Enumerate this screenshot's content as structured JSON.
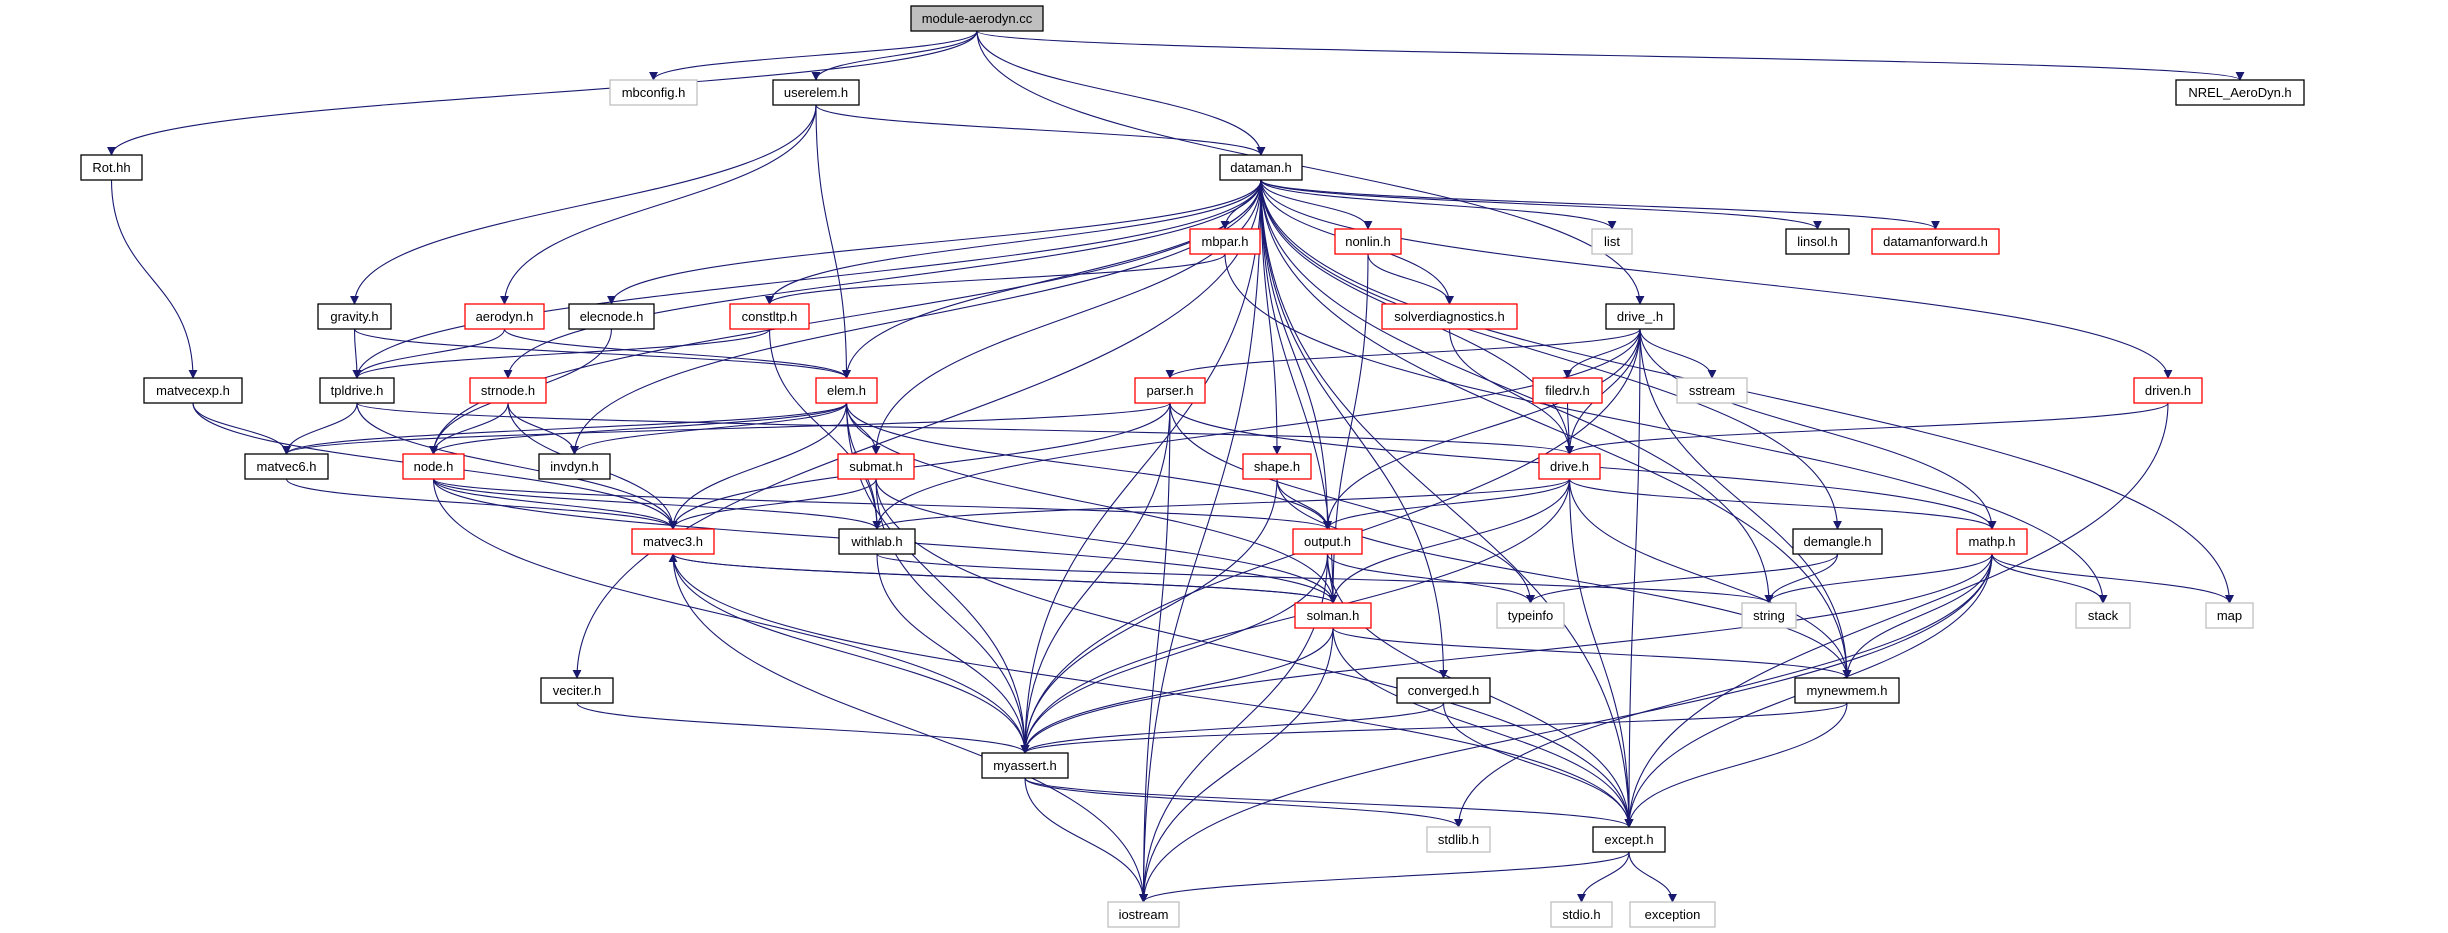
{
  "colors": {
    "edge": "#191970",
    "border_normal": "#000000",
    "border_red": "#ff0000",
    "border_gray": "#bfbfbf",
    "root_fill": "#bfbfbf",
    "node_fill": "#ffffff"
  },
  "nodes": [
    {
      "label": "module-aerodyn.cc",
      "style": "root"
    },
    {
      "label": "mbconfig.h",
      "style": "gray"
    },
    {
      "label": "userelem.h",
      "style": "normal"
    },
    {
      "label": "NREL_AeroDyn.h",
      "style": "normal"
    },
    {
      "label": "Rot.hh",
      "style": "normal"
    },
    {
      "label": "dataman.h",
      "style": "normal"
    },
    {
      "label": "mbpar.h",
      "style": "red"
    },
    {
      "label": "nonlin.h",
      "style": "red"
    },
    {
      "label": "list",
      "style": "gray"
    },
    {
      "label": "linsol.h",
      "style": "normal"
    },
    {
      "label": "datamanforward.h",
      "style": "red"
    },
    {
      "label": "gravity.h",
      "style": "normal"
    },
    {
      "label": "aerodyn.h",
      "style": "red"
    },
    {
      "label": "elecnode.h",
      "style": "normal"
    },
    {
      "label": "constltp.h",
      "style": "red"
    },
    {
      "label": "solverdiagnostics.h",
      "style": "red"
    },
    {
      "label": "drive_.h",
      "style": "normal"
    },
    {
      "label": "matvecexp.h",
      "style": "normal"
    },
    {
      "label": "tpldrive.h",
      "style": "normal"
    },
    {
      "label": "strnode.h",
      "style": "red"
    },
    {
      "label": "elem.h",
      "style": "red"
    },
    {
      "label": "parser.h",
      "style": "red"
    },
    {
      "label": "filedrv.h",
      "style": "red"
    },
    {
      "label": "sstream",
      "style": "gray"
    },
    {
      "label": "driven.h",
      "style": "red"
    },
    {
      "label": "matvec6.h",
      "style": "normal"
    },
    {
      "label": "node.h",
      "style": "red"
    },
    {
      "label": "invdyn.h",
      "style": "normal"
    },
    {
      "label": "submat.h",
      "style": "red"
    },
    {
      "label": "shape.h",
      "style": "red"
    },
    {
      "label": "drive.h",
      "style": "red"
    },
    {
      "label": "matvec3.h",
      "style": "red"
    },
    {
      "label": "withlab.h",
      "style": "normal"
    },
    {
      "label": "output.h",
      "style": "red"
    },
    {
      "label": "demangle.h",
      "style": "normal"
    },
    {
      "label": "mathp.h",
      "style": "red"
    },
    {
      "label": "solman.h",
      "style": "red"
    },
    {
      "label": "typeinfo",
      "style": "gray"
    },
    {
      "label": "string",
      "style": "gray"
    },
    {
      "label": "stack",
      "style": "gray"
    },
    {
      "label": "map",
      "style": "gray"
    },
    {
      "label": "veciter.h",
      "style": "normal"
    },
    {
      "label": "converged.h",
      "style": "normal"
    },
    {
      "label": "mynewmem.h",
      "style": "normal"
    },
    {
      "label": "myassert.h",
      "style": "normal"
    },
    {
      "label": "stdlib.h",
      "style": "gray"
    },
    {
      "label": "except.h",
      "style": "normal"
    },
    {
      "label": "iostream",
      "style": "gray"
    },
    {
      "label": "stdio.h",
      "style": "gray"
    },
    {
      "label": "exception",
      "style": "gray"
    }
  ],
  "edges": [
    [
      "module-aerodyn.cc",
      "mbconfig.h"
    ],
    [
      "module-aerodyn.cc",
      "userelem.h"
    ],
    [
      "module-aerodyn.cc",
      "Rot.hh"
    ],
    [
      "module-aerodyn.cc",
      "dataman.h"
    ],
    [
      "module-aerodyn.cc",
      "NREL_AeroDyn.h"
    ],
    [
      "module-aerodyn.cc",
      "drive_.h"
    ],
    [
      "userelem.h",
      "dataman.h"
    ],
    [
      "userelem.h",
      "gravity.h"
    ],
    [
      "userelem.h",
      "aerodyn.h"
    ],
    [
      "userelem.h",
      "elem.h"
    ],
    [
      "Rot.hh",
      "matvecexp.h"
    ],
    [
      "dataman.h",
      "list"
    ],
    [
      "dataman.h",
      "linsol.h"
    ],
    [
      "dataman.h",
      "datamanforward.h"
    ],
    [
      "dataman.h",
      "mbpar.h"
    ],
    [
      "dataman.h",
      "nonlin.h"
    ],
    [
      "dataman.h",
      "solverdiagnostics.h"
    ],
    [
      "dataman.h",
      "constltp.h"
    ],
    [
      "dataman.h",
      "elecnode.h"
    ],
    [
      "dataman.h",
      "tpldrive.h"
    ],
    [
      "dataman.h",
      "elem.h"
    ],
    [
      "dataman.h",
      "strnode.h"
    ],
    [
      "dataman.h",
      "node.h"
    ],
    [
      "dataman.h",
      "invdyn.h"
    ],
    [
      "dataman.h",
      "submat.h"
    ],
    [
      "dataman.h",
      "shape.h"
    ],
    [
      "dataman.h",
      "output.h"
    ],
    [
      "dataman.h",
      "drive.h"
    ],
    [
      "dataman.h",
      "driven.h"
    ],
    [
      "dataman.h",
      "demangle.h"
    ],
    [
      "dataman.h",
      "string"
    ],
    [
      "dataman.h",
      "converged.h"
    ],
    [
      "dataman.h",
      "solman.h"
    ],
    [
      "dataman.h",
      "map"
    ],
    [
      "dataman.h",
      "mynewmem.h"
    ],
    [
      "dataman.h",
      "except.h"
    ],
    [
      "dataman.h",
      "myassert.h"
    ],
    [
      "dataman.h",
      "veciter.h"
    ],
    [
      "dataman.h",
      "iostream"
    ],
    [
      "gravity.h",
      "tpldrive.h"
    ],
    [
      "gravity.h",
      "elem.h"
    ],
    [
      "aerodyn.h",
      "tpldrive.h"
    ],
    [
      "aerodyn.h",
      "elem.h"
    ],
    [
      "elecnode.h",
      "node.h"
    ],
    [
      "constltp.h",
      "tpldrive.h"
    ],
    [
      "constltp.h",
      "withlab.h"
    ],
    [
      "mbpar.h",
      "constltp.h"
    ],
    [
      "mbpar.h",
      "stack"
    ],
    [
      "nonlin.h",
      "solverdiagnostics.h"
    ],
    [
      "nonlin.h",
      "solman.h"
    ],
    [
      "solverdiagnostics.h",
      "drive.h"
    ],
    [
      "drive_.h",
      "parser.h"
    ],
    [
      "drive_.h",
      "filedrv.h"
    ],
    [
      "drive_.h",
      "sstream"
    ],
    [
      "drive_.h",
      "drive.h"
    ],
    [
      "drive_.h",
      "mathp.h"
    ],
    [
      "drive_.h",
      "mynewmem.h"
    ],
    [
      "drive_.h",
      "myassert.h"
    ],
    [
      "drive_.h",
      "output.h"
    ],
    [
      "drive_.h",
      "withlab.h"
    ],
    [
      "drive_.h",
      "except.h"
    ],
    [
      "driven.h",
      "drive.h"
    ],
    [
      "driven.h",
      "except.h"
    ],
    [
      "tpldrive.h",
      "matvec6.h"
    ],
    [
      "tpldrive.h",
      "matvec3.h"
    ],
    [
      "tpldrive.h",
      "drive.h"
    ],
    [
      "matvecexp.h",
      "matvec6.h"
    ],
    [
      "matvecexp.h",
      "matvec3.h"
    ],
    [
      "strnode.h",
      "node.h"
    ],
    [
      "strnode.h",
      "invdyn.h"
    ],
    [
      "strnode.h",
      "matvec3.h"
    ],
    [
      "elem.h",
      "node.h"
    ],
    [
      "elem.h",
      "invdyn.h"
    ],
    [
      "elem.h",
      "matvec6.h"
    ],
    [
      "elem.h",
      "submat.h"
    ],
    [
      "elem.h",
      "withlab.h"
    ],
    [
      "elem.h",
      "output.h"
    ],
    [
      "elem.h",
      "solman.h"
    ],
    [
      "elem.h",
      "matvec3.h"
    ],
    [
      "elem.h",
      "myassert.h"
    ],
    [
      "parser.h",
      "matvec6.h"
    ],
    [
      "parser.h",
      "matvec3.h"
    ],
    [
      "parser.h",
      "mathp.h"
    ],
    [
      "parser.h",
      "myassert.h"
    ],
    [
      "parser.h",
      "iostream"
    ],
    [
      "parser.h",
      "typeinfo"
    ],
    [
      "filedrv.h",
      "drive.h"
    ],
    [
      "drive.h",
      "withlab.h"
    ],
    [
      "drive.h",
      "output.h"
    ],
    [
      "drive.h",
      "solman.h"
    ],
    [
      "drive.h",
      "mathp.h"
    ],
    [
      "drive.h",
      "mynewmem.h"
    ],
    [
      "drive.h",
      "myassert.h"
    ],
    [
      "drive.h",
      "except.h"
    ],
    [
      "matvec6.h",
      "matvec3.h"
    ],
    [
      "node.h",
      "matvec3.h"
    ],
    [
      "node.h",
      "withlab.h"
    ],
    [
      "node.h",
      "output.h"
    ],
    [
      "node.h",
      "myassert.h"
    ],
    [
      "node.h",
      "solman.h"
    ],
    [
      "submat.h",
      "matvec3.h"
    ],
    [
      "submat.h",
      "solman.h"
    ],
    [
      "submat.h",
      "myassert.h"
    ],
    [
      "submat.h",
      "except.h"
    ],
    [
      "shape.h",
      "output.h"
    ],
    [
      "shape.h",
      "myassert.h"
    ],
    [
      "shape.h",
      "mynewmem.h"
    ],
    [
      "output.h",
      "solman.h"
    ],
    [
      "output.h",
      "typeinfo"
    ],
    [
      "output.h",
      "myassert.h"
    ],
    [
      "output.h",
      "iostream"
    ],
    [
      "output.h",
      "except.h"
    ],
    [
      "withlab.h",
      "myassert.h"
    ],
    [
      "withlab.h",
      "string"
    ],
    [
      "matvec3.h",
      "solman.h"
    ],
    [
      "matvec3.h",
      "myassert.h"
    ],
    [
      "matvec3.h",
      "iostream"
    ],
    [
      "matvec3.h",
      "except.h"
    ],
    [
      "solman.h",
      "matvec3.h"
    ],
    [
      "solman.h",
      "myassert.h"
    ],
    [
      "solman.h",
      "iostream"
    ],
    [
      "solman.h",
      "except.h"
    ],
    [
      "solman.h",
      "mynewmem.h"
    ],
    [
      "demangle.h",
      "string"
    ],
    [
      "demangle.h",
      "typeinfo"
    ],
    [
      "mathp.h",
      "string"
    ],
    [
      "mathp.h",
      "stack"
    ],
    [
      "mathp.h",
      "map"
    ],
    [
      "mathp.h",
      "mynewmem.h"
    ],
    [
      "mathp.h",
      "myassert.h"
    ],
    [
      "mathp.h",
      "except.h"
    ],
    [
      "mathp.h",
      "stdlib.h"
    ],
    [
      "mathp.h",
      "iostream"
    ],
    [
      "converged.h",
      "myassert.h"
    ],
    [
      "converged.h",
      "except.h"
    ],
    [
      "veciter.h",
      "myassert.h"
    ],
    [
      "mynewmem.h",
      "myassert.h"
    ],
    [
      "mynewmem.h",
      "except.h"
    ],
    [
      "myassert.h",
      "except.h"
    ],
    [
      "myassert.h",
      "stdlib.h"
    ],
    [
      "myassert.h",
      "iostream"
    ],
    [
      "except.h",
      "iostream"
    ],
    [
      "except.h",
      "stdio.h"
    ],
    [
      "except.h",
      "exception"
    ]
  ]
}
